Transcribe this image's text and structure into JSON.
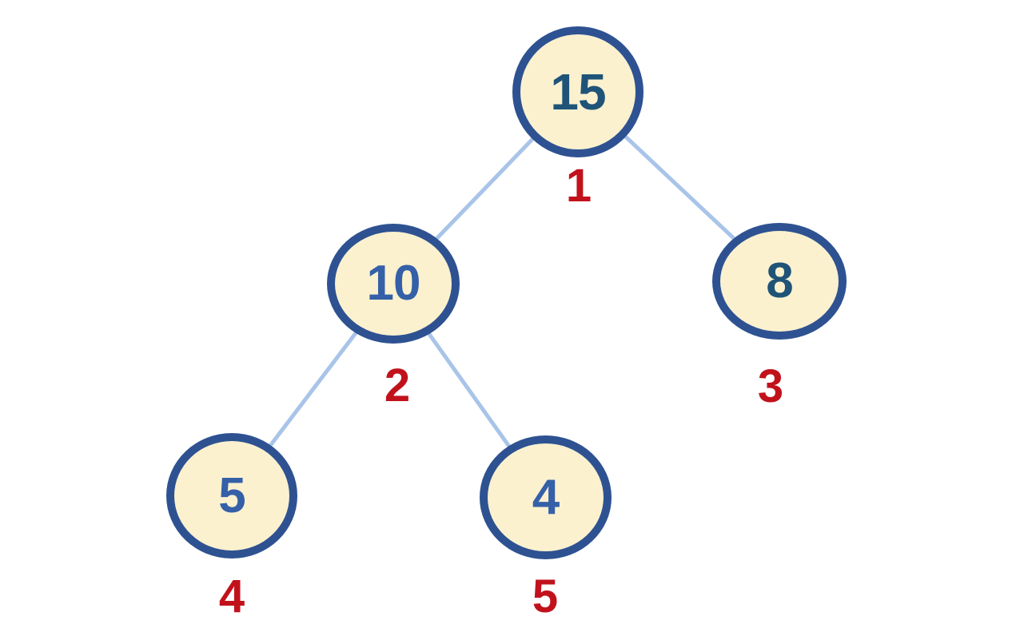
{
  "colors": {
    "background": "#ffffff",
    "node_fill": "#fbf1cf",
    "node_border": "#2e5291",
    "edge": "#a9c4e9",
    "order_label": "#c1121c",
    "value_teal": "#1f5478",
    "value_blue": "#3560a8"
  },
  "tree": {
    "description": "Binary tree with red pre-order traversal visit numbers under each node",
    "nodes": [
      {
        "id": "root",
        "value": "15",
        "visit_order": "1",
        "value_color": "#1f5478"
      },
      {
        "id": "left",
        "value": "10",
        "visit_order": "2",
        "value_color": "#3560a8"
      },
      {
        "id": "right",
        "value": "8",
        "visit_order": "3",
        "value_color": "#1f5478"
      },
      {
        "id": "left-left",
        "value": "5",
        "visit_order": "4",
        "value_color": "#3560a8"
      },
      {
        "id": "left-right",
        "value": "4",
        "visit_order": "5",
        "value_color": "#3560a8"
      }
    ],
    "edges": [
      {
        "from": "15",
        "to": "10"
      },
      {
        "from": "15",
        "to": "8"
      },
      {
        "from": "10",
        "to": "5"
      },
      {
        "from": "10",
        "to": "4"
      }
    ]
  }
}
